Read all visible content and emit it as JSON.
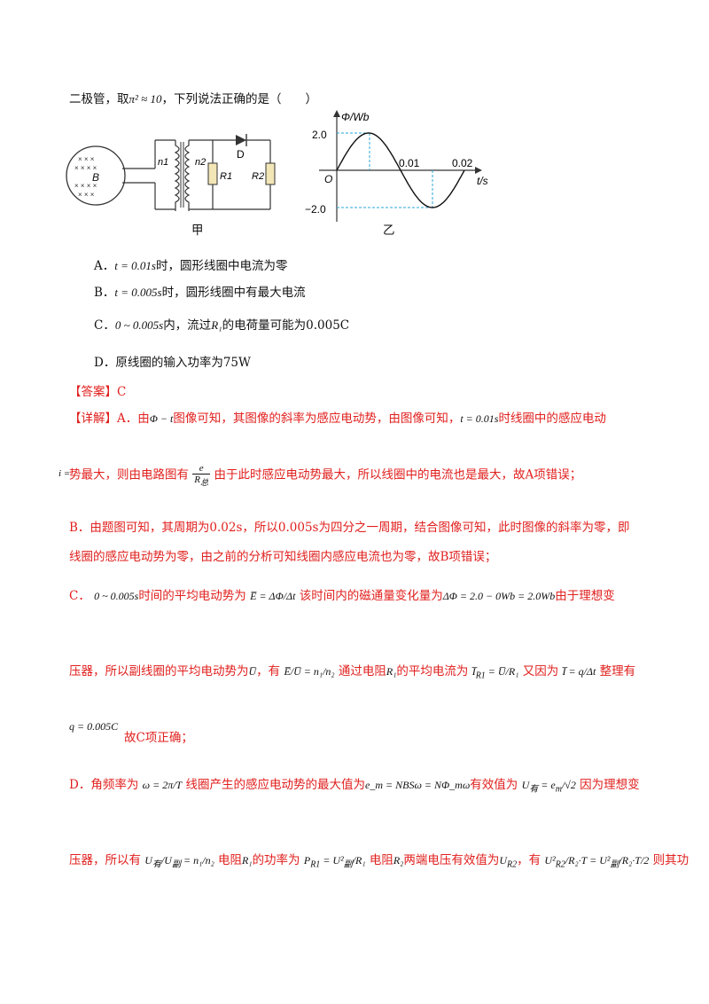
{
  "question": {
    "intro": "二极管，取",
    "pi_sq": "π² ≈ 10",
    "intro_tail": "，下列说法正确的是（　　）",
    "fig_jia_label": "甲",
    "fig_yi_label": "乙",
    "circuit": {
      "B": "B",
      "n1": "n1",
      "n2": "n2",
      "R1": "R1",
      "R2": "R2",
      "D": "D"
    },
    "graph": {
      "ylabel": "Φ/Wb",
      "xlabel": "t/s",
      "origin": "O",
      "y_pos": "2.0",
      "y_neg": "−2.0",
      "x1": "0.01",
      "x2": "0.02"
    },
    "options": [
      {
        "letter": "A．",
        "math": "t = 0.01s",
        "text": "时，圆形线圈中电流为零"
      },
      {
        "letter": "B．",
        "math": "t = 0.005s",
        "text": "时，圆形线圈中有最大电流"
      },
      {
        "letter": "C．",
        "math": "0 ~ 0.005s",
        "text_a": "内，流过",
        "math2": "R₁",
        "text_b": "的电荷量可能为0.005C"
      },
      {
        "letter": "D．",
        "text": "原线圈的输入功率为75W"
      }
    ]
  },
  "answer": {
    "tag": "【答案】C"
  },
  "detail": {
    "tag": "【详解】",
    "a1": "A．由",
    "a1m": "Φ − t",
    "a1b": "图像可知，其图像的斜率为感应电动势，由图像可知，",
    "a1m2": "t = 0.01s",
    "a1c": "时线圈中的感应电动",
    "a2": "势最大，则由电路图有",
    "a2b": "由于此时感应电动势最大，所以线圈中的电流也是最大，故A项错误；",
    "b1": "B．由题图可知，其周期为0.02s，所以0.005s为四分之一周期，结合图像可知，此时图像的斜率为零，即",
    "b2": "线圈的感应电动势为零，由之前的分析可知线圈内感应电流也为零，故B项错误；",
    "c0": "C．",
    "c1m": "0 ~ 0.005s",
    "c1a": "时间的平均电动势为",
    "c1b": "该时间内的磁通量变化量为",
    "c1m2": "ΔΦ = 2.0 − 0Wb = 2.0Wb",
    "c1c": "由于理想变",
    "c2a": "压器，所以副线圈的平均电动势为",
    "c2b": "，有",
    "c2c": "通过电阻",
    "c2d": "的平均电流为",
    "c2e": "又因为",
    "c2f": "整理有",
    "c3m": "q = 0.005C",
    "c3": "故C项正确；",
    "d1": "D．角频率为",
    "d1a": "线圈产生的感应电动势的最大值为",
    "d1m": "e_m = NBSω = NΦ_mω",
    "d1b": "有效值为",
    "d1c": "因为理想变",
    "d2a": "压器，所以有",
    "d2b": "电阻",
    "d2c": "的功率为",
    "d2d": "电阻",
    "d2e": "两端电压有效值为",
    "d2f": "，有",
    "d2g": "则其功"
  }
}
